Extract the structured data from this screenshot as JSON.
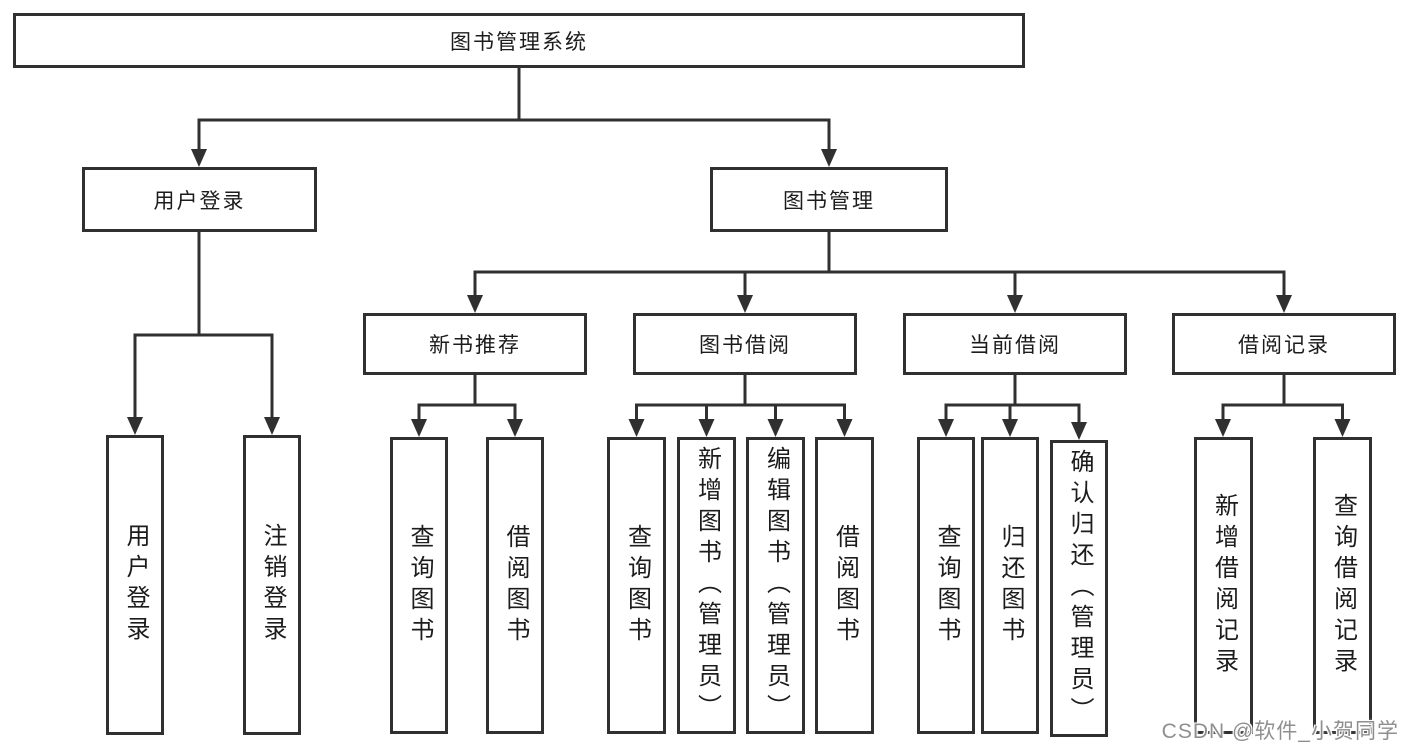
{
  "tree": {
    "root": {
      "label": "图书管理系统"
    },
    "branches": [
      {
        "label": "用户登录",
        "leaves": [
          {
            "label": "用户登录"
          },
          {
            "label": "注销登录"
          }
        ]
      },
      {
        "label": "图书管理",
        "groups": [
          {
            "label": "新书推荐",
            "leaves": [
              {
                "label": "查询图书"
              },
              {
                "label": "借阅图书"
              }
            ]
          },
          {
            "label": "图书借阅",
            "leaves": [
              {
                "label": "查询图书"
              },
              {
                "label": "新增图书（管理员）"
              },
              {
                "label": "编辑图书（管理员）"
              },
              {
                "label": "借阅图书"
              }
            ]
          },
          {
            "label": "当前借阅",
            "leaves": [
              {
                "label": "查询图书"
              },
              {
                "label": "归还图书"
              },
              {
                "label": "确认归还（管理员）"
              }
            ]
          },
          {
            "label": "借阅记录",
            "leaves": [
              {
                "label": "新增借阅记录"
              },
              {
                "label": "查询借阅记录"
              }
            ]
          }
        ]
      }
    ]
  },
  "watermark": {
    "text": "CSDN @软件_小贺同学"
  },
  "colors": {
    "line": "#303030",
    "box_border": "#303030",
    "text": "#1c1c1c",
    "watermark": "#8f8f8f",
    "background": "#ffffff"
  }
}
